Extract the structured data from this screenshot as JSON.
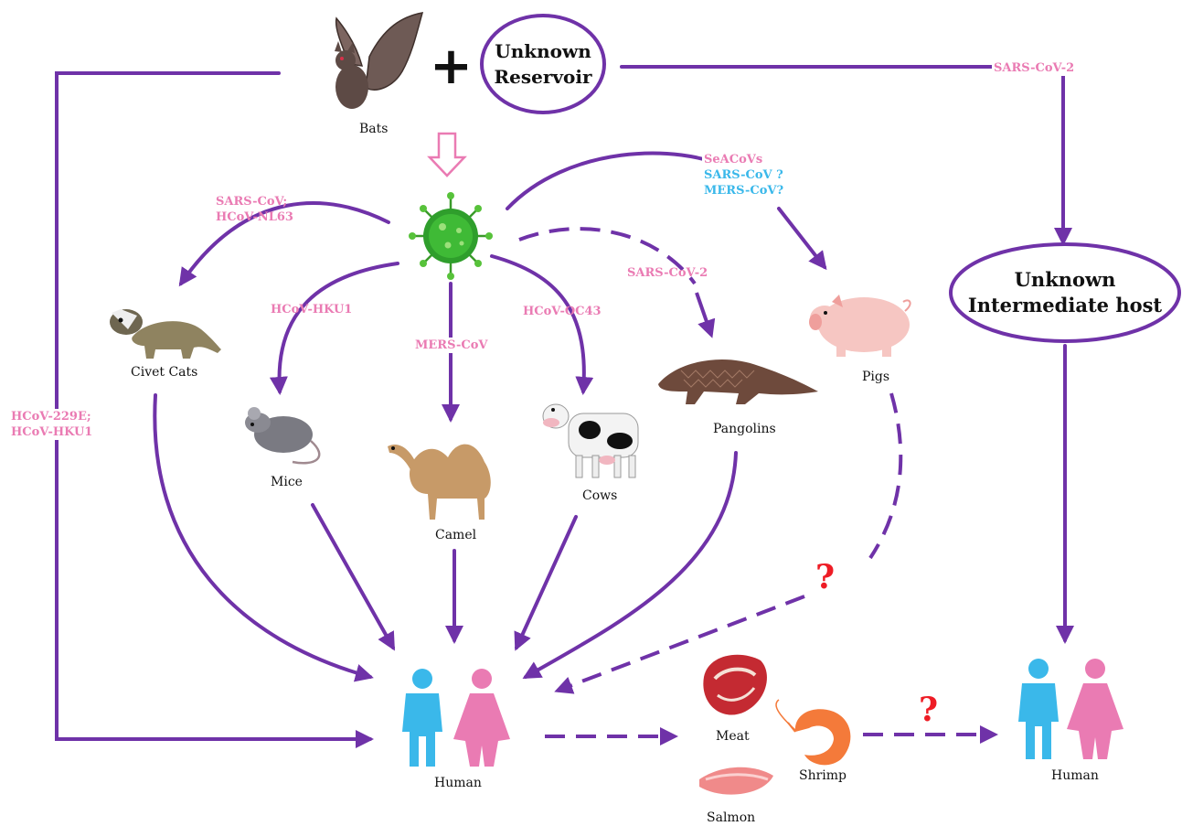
{
  "colors": {
    "arrow": "#6f32a8",
    "virus_label": "#ea7bb3",
    "virus_label_alt": "#3ab8ea",
    "question": "#ee1c25",
    "male": "#3ab8ea",
    "female": "#ea7bb3"
  },
  "top": {
    "bats_label": "Bats",
    "plus": "+",
    "reservoir_line1": "Unknown",
    "reservoir_line2": "Reservoir",
    "intermediate_line1": "Unknown",
    "intermediate_line2": "Intermediate host"
  },
  "virus_labels": {
    "right_top": "SARS-CoV-2",
    "left_side_1": "HCoV-229E;",
    "left_side_2": "HCoV-HKU1",
    "civet_1": "SARS-CoV;",
    "civet_2": "HCoV-NL63",
    "mice": "HCoV-HKU1",
    "camel": "MERS-CoV",
    "cows": "HCoV-OC43",
    "pangolins": "SARS-CoV-2",
    "pigs_1": "SeACoVs",
    "pigs_2": "SARS-CoV ?",
    "pigs_3": "MERS-CoV?"
  },
  "animals": {
    "civet": "Civet Cats",
    "mice": "Mice",
    "camel": "Camel",
    "cows": "Cows",
    "pangolins": "Pangolins",
    "pigs": "Pigs"
  },
  "bottom": {
    "human_left": "Human",
    "meat": "Meat",
    "salmon": "Salmon",
    "shrimp": "Shrimp",
    "human_right": "Human",
    "question_1": "?",
    "question_2": "?"
  }
}
